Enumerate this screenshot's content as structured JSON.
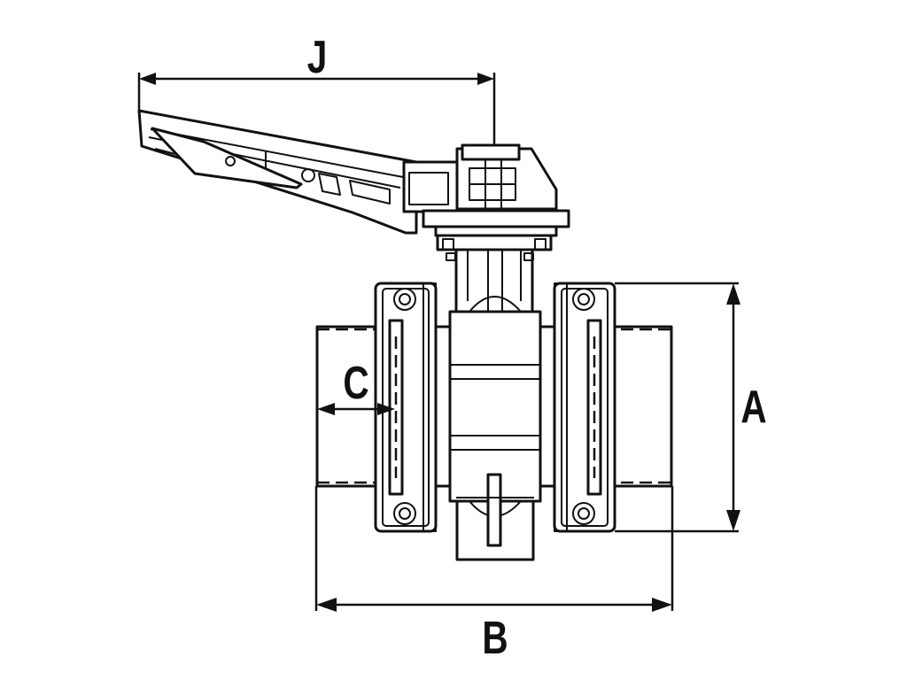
{
  "diagram": {
    "dimension_labels": {
      "j": "J",
      "a": "A",
      "b": "B",
      "c": "C"
    }
  }
}
